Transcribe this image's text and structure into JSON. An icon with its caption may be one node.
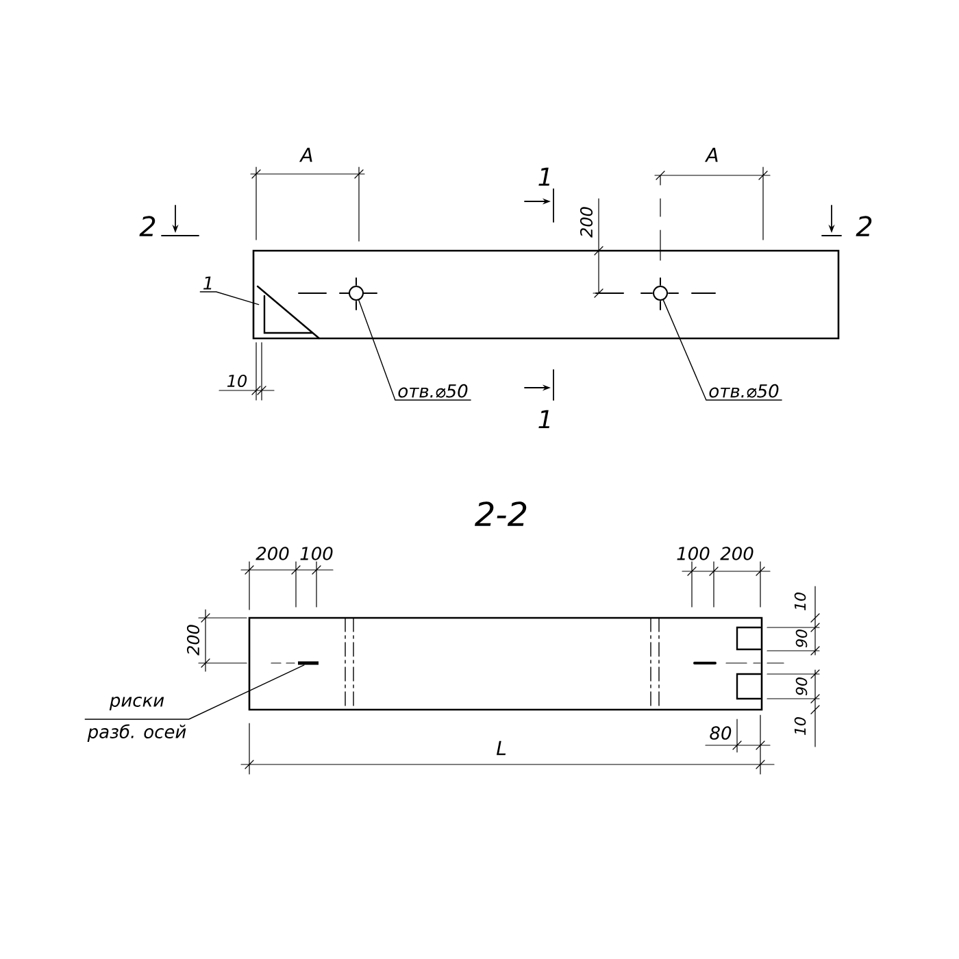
{
  "diagram": {
    "nodes": [
      {
        "text": [
          "1"
        ]
      },
      {
        "text": [],
        "shape": "triangle"
      },
      {
        "text": [
          "отв.⌀50"
        ]
      },
      {
        "text": [],
        "shape": "circle"
      },
      {
        "text": [
          "отв.⌀50"
        ]
      },
      {
        "text": [],
        "shape": "circle"
      },
      {
        "text": [
          "риски",
          "разб. осей"
        ]
      },
      {
        "text": [],
        "shape": "bar"
      }
    ],
    "edges": [
      {
        "from": 0,
        "to": 1,
        "arrow": "none"
      },
      {
        "from": 2,
        "to": 3,
        "arrow": "none"
      },
      {
        "from": 4,
        "to": 5,
        "arrow": "none"
      },
      {
        "from": 6,
        "to": 7,
        "arrow": "none"
      }
    ],
    "labels": [
      "A",
      "A",
      "1",
      "2",
      "200",
      "2",
      "10",
      "1",
      "2-2",
      "200",
      "100",
      "100",
      "200",
      "10",
      "200",
      "90",
      "90",
      "80",
      "10",
      "L"
    ]
  }
}
